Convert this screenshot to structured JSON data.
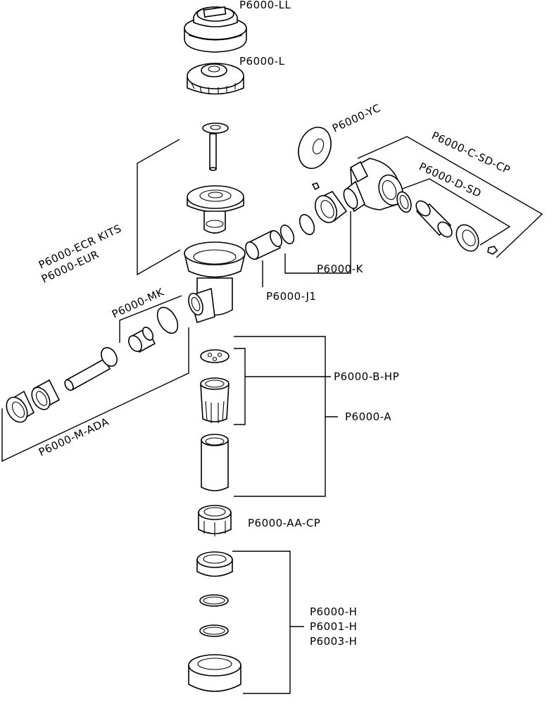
{
  "labels": {
    "p6000_ll": "P6000-LL",
    "p6000_l": "P6000-L",
    "p6000_yc": "P6000-YC",
    "p6000_c_sd_cp": "P6000-C-SD-CP",
    "p6000_d_sd": "P6000-D-SD",
    "p6000_ecr_kits": "P6000-ECR KITS",
    "p6000_eur": "P6000-EUR",
    "p6000_k": "P6000-K",
    "p6000_j1": "P6000-J1",
    "p6000_mk": "P6000-MK",
    "p6000_m_ada": "P6000-M-ADA",
    "p6000_b_hp": "P6000-B-HP",
    "p6000_a": "P6000-A",
    "p6000_aa_cp": "P6000-AA-CP",
    "p6000_h": "P6000-H",
    "p6001_h": "P6001-H",
    "p6003_h": "P6003-H"
  },
  "colors": {
    "line": "#000000",
    "background": "#ffffff"
  }
}
